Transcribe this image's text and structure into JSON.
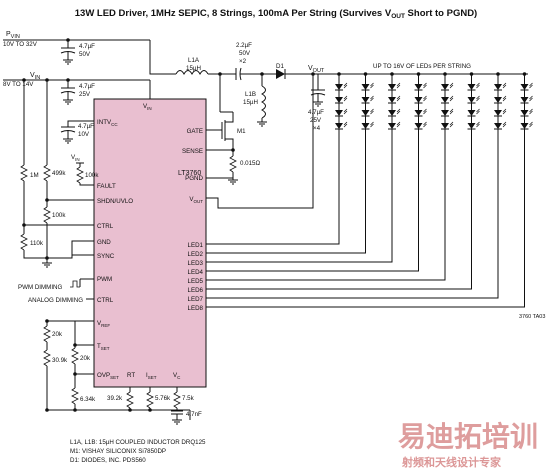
{
  "title": "13W LED Driver, 1MHz SEPIC, 8 Strings, 100mA Per String (Survives Vₒᵤₜ Short to PGND)",
  "title_main": "13W LED Driver, 1MHz SEPIC, 8 Strings, 100mA Per String (Survives V",
  "title_sub": "OUT",
  "title_end": " Short to PGND)",
  "ic": {
    "name": "LT3760",
    "left_pins": [
      "INTVCC",
      "FAULT",
      "SHDN/UVLO",
      "CTRL",
      "GND",
      "SYNC",
      "PWM",
      "CTRL",
      "VREF",
      "TSET",
      "OVPSET"
    ],
    "right_pins": [
      "GATE",
      "SENSE",
      "PGND",
      "VOUT",
      "LED1",
      "LED2",
      "LED3",
      "LED4",
      "LED5",
      "LED6",
      "LED7",
      "LED8"
    ],
    "top_pin": "VIN",
    "bottom_pins": [
      "RT",
      "ISET",
      "VC"
    ]
  },
  "labels": {
    "pvin": "P",
    "pvin_sub": "VIN",
    "pvin_range": "10V TO 32V",
    "vin": "V",
    "vin_sub": "IN",
    "vin_range": "8V TO 14V",
    "vin_small": "V",
    "vin_small_sub": "IN",
    "c1": [
      "4.7µF",
      "50V"
    ],
    "c2": [
      "4.7µF",
      "25V"
    ],
    "c3": [
      "4.7µF",
      "10V"
    ],
    "l1a": [
      "L1A",
      "15µH"
    ],
    "l1b": [
      "L1B",
      "15µH"
    ],
    "c_coupling": [
      "2.2µF",
      "50V",
      "×2"
    ],
    "d1": "D1",
    "vout": "V",
    "vout_sub": "OUT",
    "led_string": "UP TO 16V OF LEDs PER STRING",
    "c_out": [
      "4.7µF",
      "25V",
      "×4"
    ],
    "m1": "M1",
    "rsense": "0.015Ω",
    "r_1m": "1M",
    "r_499k": "499k",
    "r_100k_a": "100k",
    "r_100k_b": "100k",
    "r_110k": "110k",
    "r_20k_a": "20k",
    "r_30_9k": "30.9k",
    "r_20k_b": "20k",
    "r_6_34k": "6.34k",
    "r_39_2k": "39.2k",
    "r_5_76k": "5.76k",
    "r_7_5k": "7.5k",
    "c_vc": "4.7nF",
    "pwm_dimming": "PWM DIMMING",
    "analog_dimming": "ANALOG DIMMING",
    "fig_id": "3760 TA03"
  },
  "notes": [
    "L1A, L1B: 15µH COUPLED INDUCTOR DRQ125",
    "M1: VISHAY SILICONIX Si7850DP",
    "D1: DIODES, INC. PDS560"
  ],
  "watermark": {
    "chinese_logo": "易迪拓培训",
    "chinese_sub": "射频和天线设计专家"
  },
  "colors": {
    "chip_fill": "#e9bfd0",
    "watermark": "#d98c8c"
  }
}
